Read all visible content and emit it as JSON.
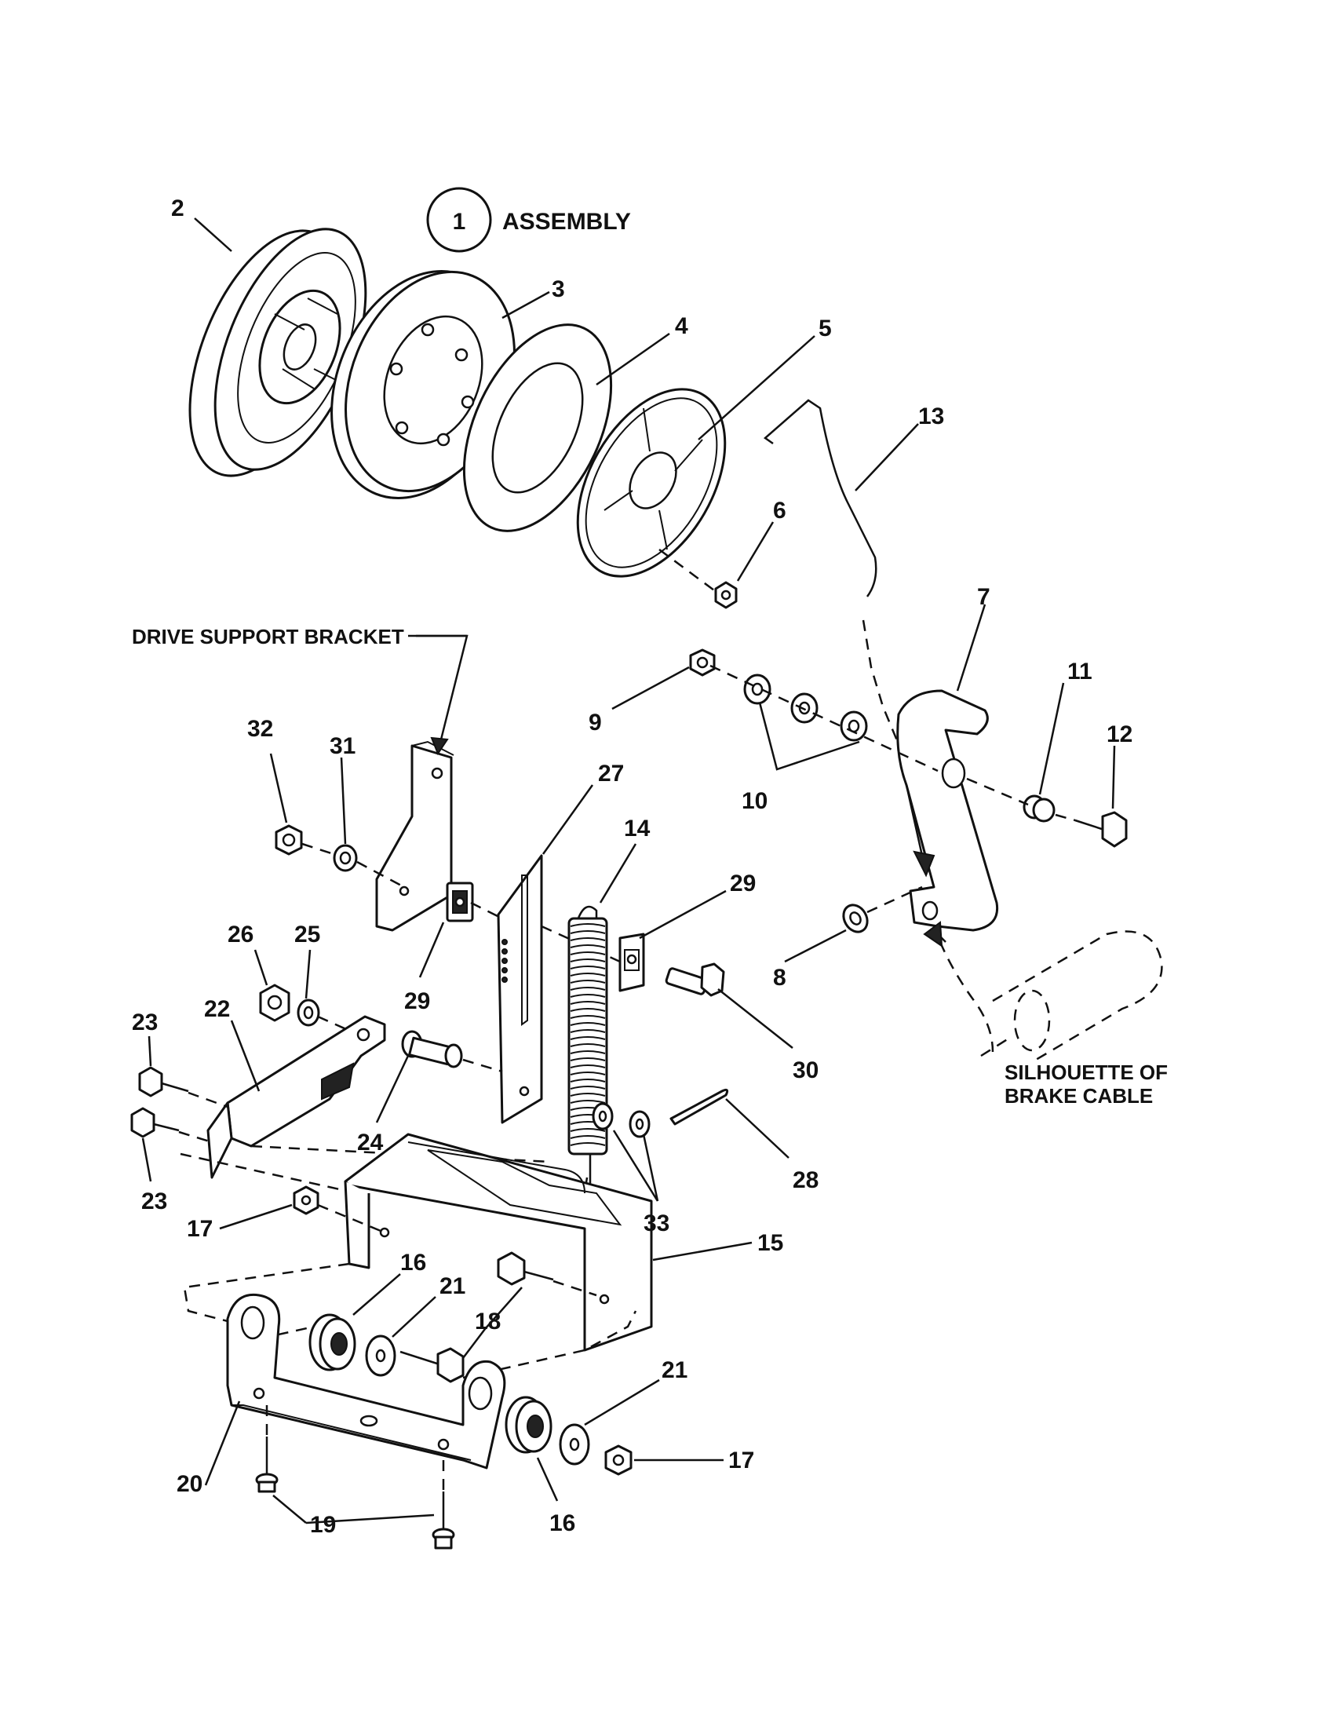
{
  "title": {
    "number": "1",
    "label": "ASSEMBLY"
  },
  "captions": {
    "drive_support_bracket": "DRIVE SUPPORT BRACKET",
    "silhouette_line1": "SILHOUETTE OF",
    "silhouette_line2": "BRAKE CABLE"
  },
  "callouts": {
    "p2": "2",
    "p3": "3",
    "p4": "4",
    "p5": "5",
    "p6": "6",
    "p7": "7",
    "p8": "8",
    "p9": "9",
    "p10": "10",
    "p11": "11",
    "p12": "12",
    "p13": "13",
    "p14": "14",
    "p15": "15",
    "p16a": "16",
    "p16b": "16",
    "p17a": "17",
    "p17b": "17",
    "p18": "18",
    "p19": "19",
    "p20": "20",
    "p21a": "21",
    "p21b": "21",
    "p22": "22",
    "p23a": "23",
    "p23b": "23",
    "p24": "24",
    "p25": "25",
    "p26": "26",
    "p27": "27",
    "p28": "28",
    "p29a": "29",
    "p29b": "29",
    "p30": "30",
    "p31": "31",
    "p32": "32",
    "p33": "33"
  }
}
